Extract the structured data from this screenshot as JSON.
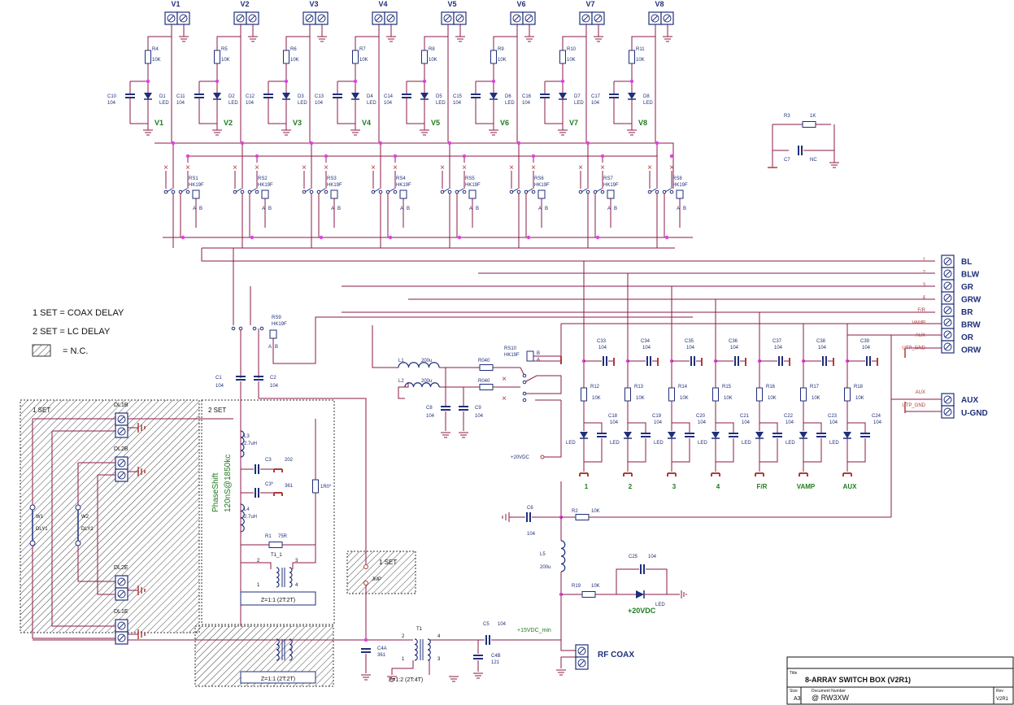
{
  "connectors_top": [
    "V1",
    "V2",
    "V3",
    "V4",
    "V5",
    "V6",
    "V7",
    "V8"
  ],
  "resistors_top": [
    "R4",
    "R5",
    "R6",
    "R7",
    "R8",
    "R9",
    "R10",
    "R11"
  ],
  "resistor_top_value": "10K",
  "caps_top": [
    "C10",
    "C11",
    "C12",
    "C13",
    "C14",
    "C15",
    "C16",
    "C17"
  ],
  "cap_top_value": "104",
  "leds_top": [
    "D1",
    "D2",
    "D3",
    "D4",
    "D5",
    "D6",
    "D7",
    "D8"
  ],
  "led_label": "LED",
  "led_labels_green": [
    "V1",
    "V2",
    "V3",
    "V4",
    "V5",
    "V6",
    "V7",
    "V8"
  ],
  "relays": [
    "RS1",
    "RS2",
    "RS3",
    "RS4",
    "RS5",
    "RS6",
    "RS7",
    "RS8"
  ],
  "relay_type": "HK19F",
  "relay_pin_a": "A",
  "relay_pin_b": "B",
  "relay_x_mark": "×",
  "r3": {
    "name": "R3",
    "value": "1K"
  },
  "c7": {
    "name": "C7",
    "value": "NC"
  },
  "right_connector_labels": [
    "BL",
    "BLW",
    "GR",
    "GRW",
    "BR",
    "BRW",
    "OR",
    "ORW"
  ],
  "right_line_numbers": [
    "1",
    "2",
    "3",
    "4",
    "F/R",
    "VAMP",
    "AUX",
    "UTP_GND"
  ],
  "aux_connector_labels": [
    "AUX",
    "U-GND"
  ],
  "aux_line_labels": [
    "AUX",
    "UTP_GND"
  ],
  "legend": {
    "line1": "1 SET  =  COAX  DELAY",
    "line2": "2 SET  =  LC  DELAY",
    "line3": "=   N.C."
  },
  "rs9": {
    "name": "RS9",
    "type": "HK19F"
  },
  "rs10": {
    "name": "RS10",
    "type": "HK19F"
  },
  "c1": {
    "name": "C1",
    "value": "104"
  },
  "c2": {
    "name": "C2",
    "value": "104"
  },
  "l1": {
    "name": "L1",
    "value": "200u"
  },
  "l2": {
    "name": "L2",
    "value": "200u"
  },
  "r040": "R040",
  "c8": {
    "name": "C8",
    "value": "104"
  },
  "c9": {
    "name": "C9",
    "value": "104"
  },
  "plus20_label": "+20VDC",
  "bottom_caps": [
    "C33",
    "C34",
    "C35",
    "C36",
    "C37",
    "C38",
    "C39"
  ],
  "bottom_resistors": [
    "R12",
    "R13",
    "R14",
    "R15",
    "R16",
    "R17",
    "R18"
  ],
  "bottom_leds_caps": [
    "C18",
    "C19",
    "C20",
    "C21",
    "C22",
    "C23",
    "C24"
  ],
  "bottom_channel_labels": [
    "1",
    "2",
    "3",
    "4",
    "F/R",
    "VAMP",
    "AUX"
  ],
  "set1_label": "1  SET",
  "set2_label": "2  SET",
  "dl_labels": [
    "DL1B",
    "DL2B",
    "DL2E",
    "DL1E"
  ],
  "w_labels": [
    "W1",
    "W2"
  ],
  "dly_labels": [
    "DLY1",
    "DLY2"
  ],
  "phase_text_1": "PhaseShift",
  "phase_text_2": "120nS@1850kc",
  "l3": {
    "name": "L3",
    "value": "2.7uH"
  },
  "c3": {
    "name": "C3",
    "value": "202"
  },
  "c3s": {
    "name": "C3*",
    "value": "361"
  },
  "r0s": "1R0*",
  "l4": {
    "name": "L4",
    "value": "2.7uH"
  },
  "r1": {
    "name": "R1",
    "value": "75R"
  },
  "t1_1": "T1_1",
  "z11": "Z=1:1 (2T:2T)",
  "jmp": "JMP",
  "c6": {
    "name": "C6",
    "value": "104"
  },
  "r2": {
    "name": "R2",
    "value": "10K"
  },
  "l5": {
    "name": "L5",
    "value": "200u"
  },
  "c25": {
    "name": "C25",
    "value": "104"
  },
  "r19": {
    "name": "R19",
    "value": "10K"
  },
  "led_plus20": "+20VDC",
  "c4a": {
    "name": "C4A",
    "value": "361"
  },
  "t1": "T1",
  "z12": "Z=1:2 (2T:4T)",
  "c5": {
    "name": "C5",
    "value": "104"
  },
  "c4b": {
    "name": "C4B",
    "value": "121"
  },
  "plus15": "+15VDC_min",
  "rf_coax": "RF COAX",
  "title_block": {
    "title_label": "Title",
    "title": "8-ARRAY SWITCH BOX  (V2R1)",
    "size_label": "Size",
    "size": "A3",
    "doc_label": "Document  Number",
    "doc": "@ RW3XW",
    "rev_label": "Rev",
    "rev": "V2R1"
  },
  "colors": {
    "wire": "#8b1a4a",
    "component": "#1f2f7a",
    "junction": "#e040e0",
    "label_green": "#1e7b1e",
    "red": "#b23a3a"
  }
}
